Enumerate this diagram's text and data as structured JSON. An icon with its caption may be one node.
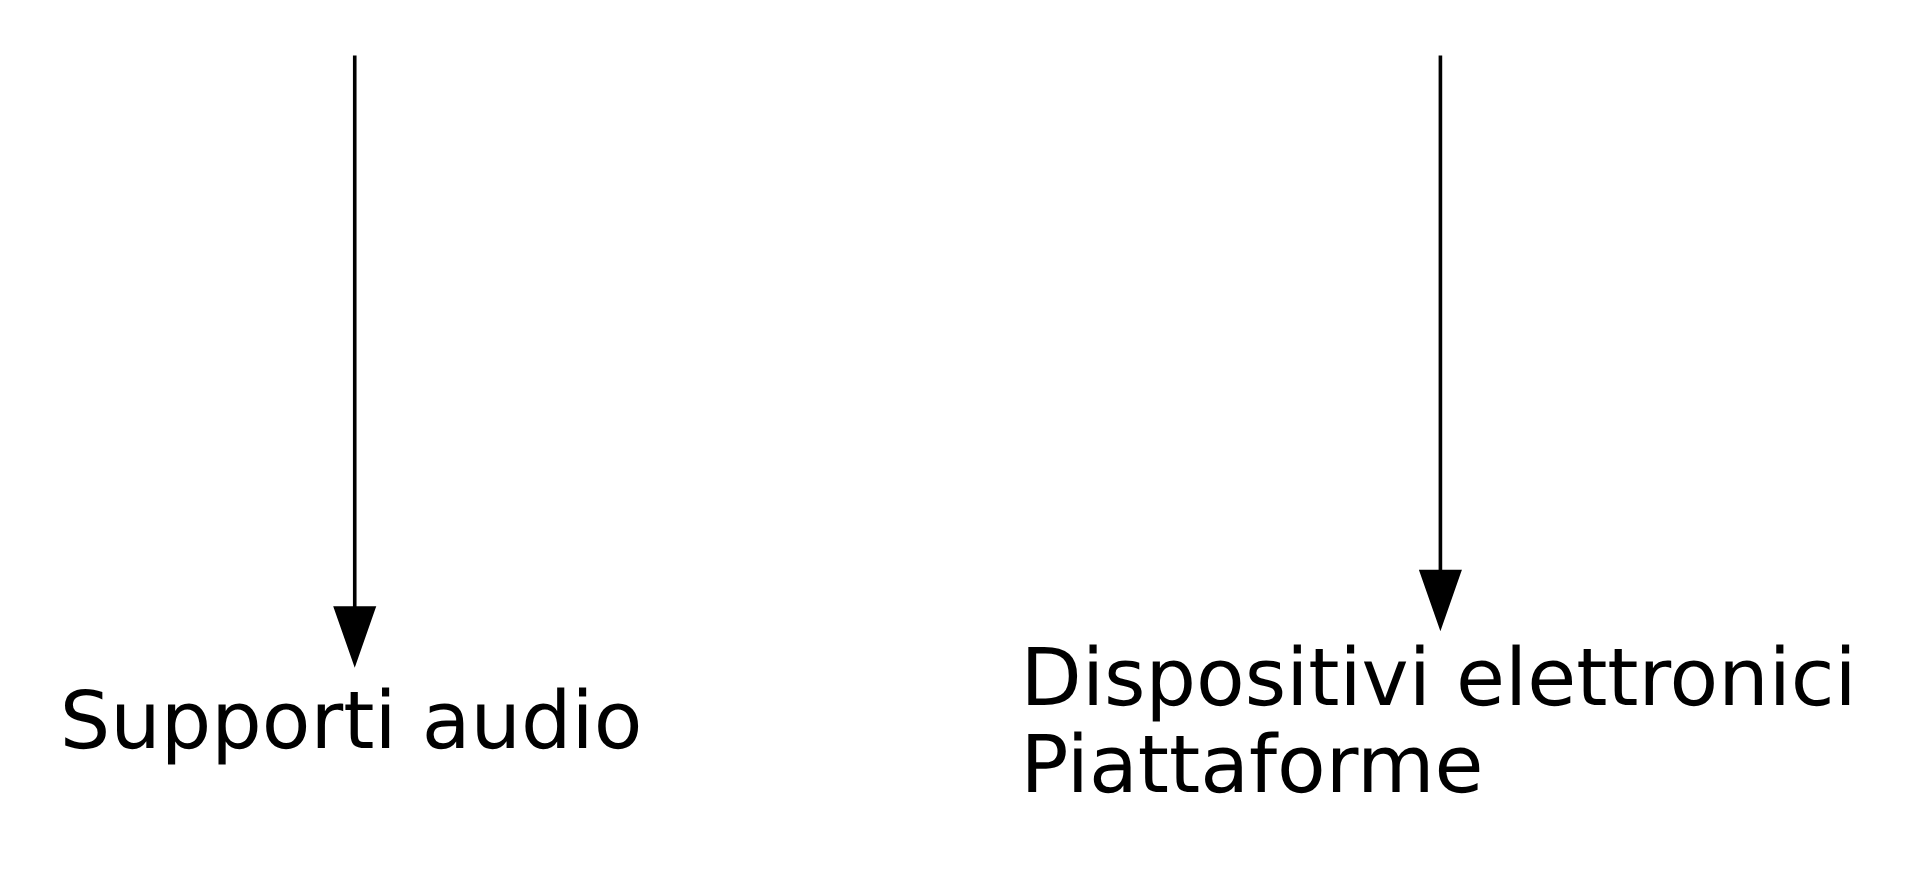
{
  "diagram": {
    "nodes": [
      {
        "text": [
          "Supporti audio"
        ]
      },
      {
        "text": [
          "Dispositivi elettronici",
          "Piattaforme"
        ]
      }
    ],
    "edges": [
      {
        "from": null,
        "to": 0,
        "arrow": "to"
      },
      {
        "from": null,
        "to": 1,
        "arrow": "to"
      }
    ]
  }
}
